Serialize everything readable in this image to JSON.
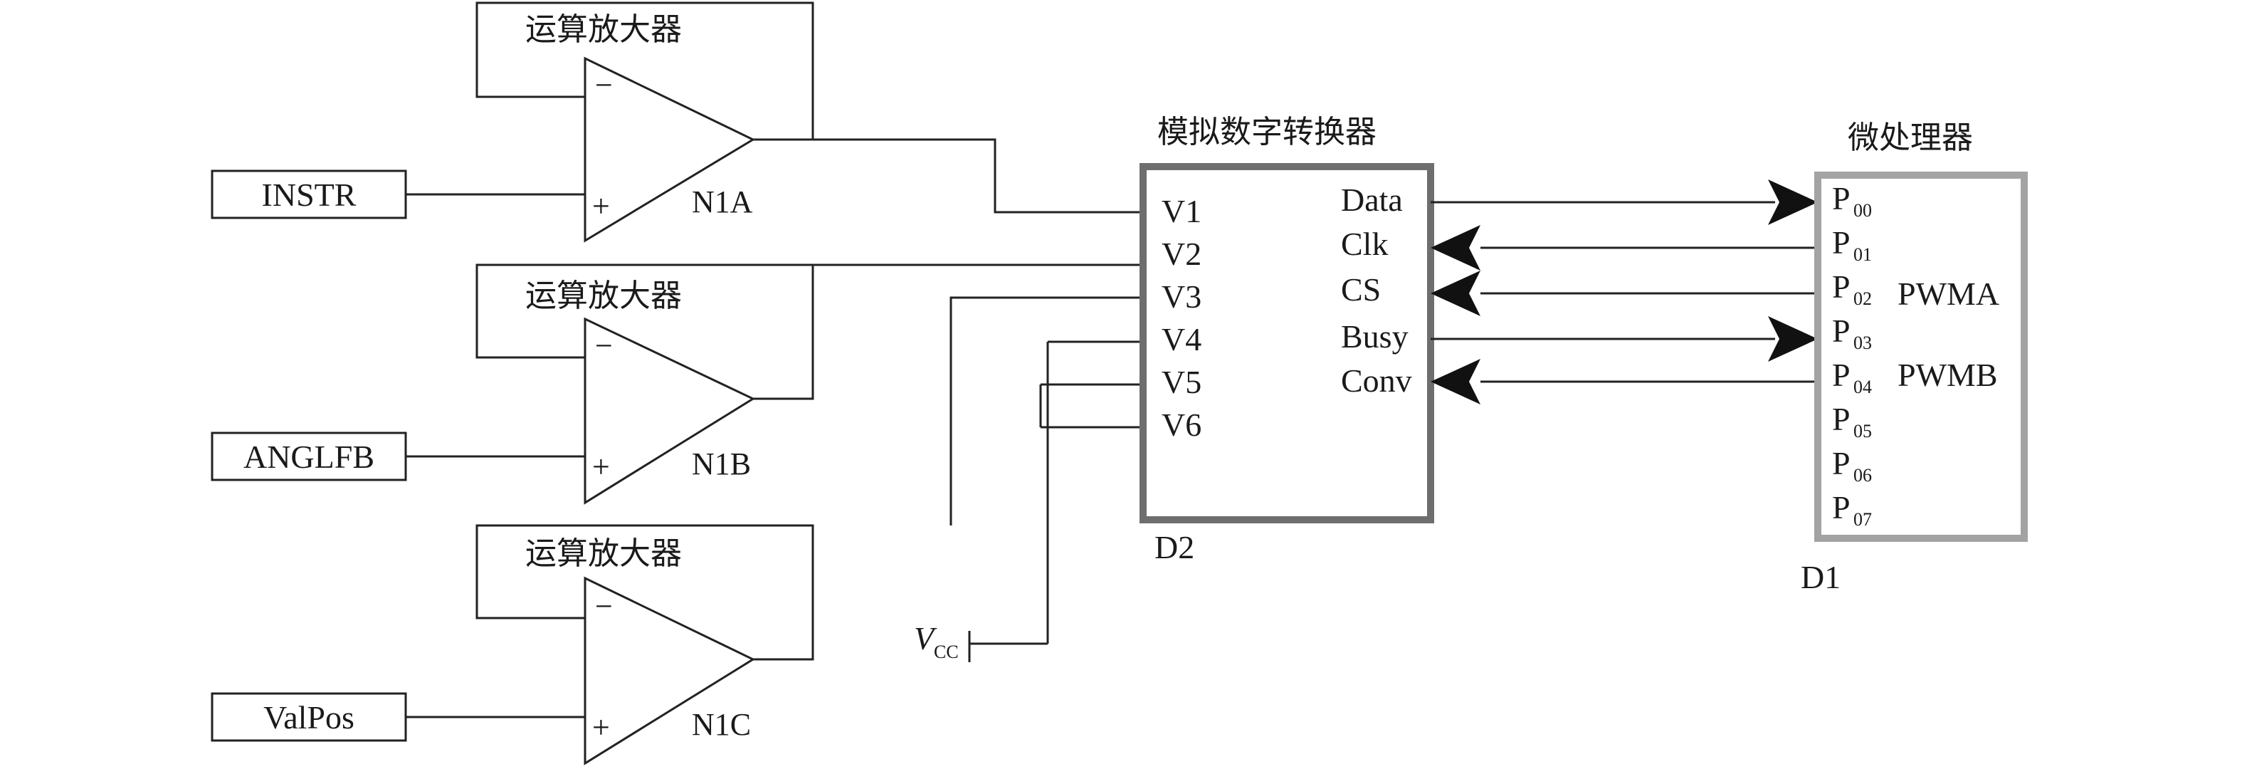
{
  "opamps": [
    {
      "title": "运算放大器",
      "name": "N1A",
      "minus": "−",
      "plus": "+",
      "input": "INSTR"
    },
    {
      "title": "运算放大器",
      "name": "N1B",
      "minus": "−",
      "plus": "+",
      "input": "ANGLFB"
    },
    {
      "title": "运算放大器",
      "name": "N1C",
      "minus": "−",
      "plus": "+",
      "input": "ValPos"
    }
  ],
  "adc": {
    "title": "模拟数字转换器",
    "designator": "D2",
    "inputs": [
      "V1",
      "V2",
      "V3",
      "V4",
      "V5",
      "V6"
    ],
    "outputs": [
      "Data",
      "Clk",
      "CS",
      "Busy",
      "Conv"
    ]
  },
  "mcu": {
    "title": "微处理器",
    "designator": "D1",
    "pin_prefix": "P",
    "pins": [
      "00",
      "01",
      "02",
      "03",
      "04",
      "05",
      "06",
      "07"
    ],
    "pwm_labels": [
      "PWMA",
      "PWMB"
    ]
  },
  "vcc": {
    "symbol": "V",
    "subscript": "CC"
  },
  "colors": {
    "wire": "#222222",
    "adc_border": "#6e6e6e",
    "mcu_border": "#a3a3a3"
  }
}
